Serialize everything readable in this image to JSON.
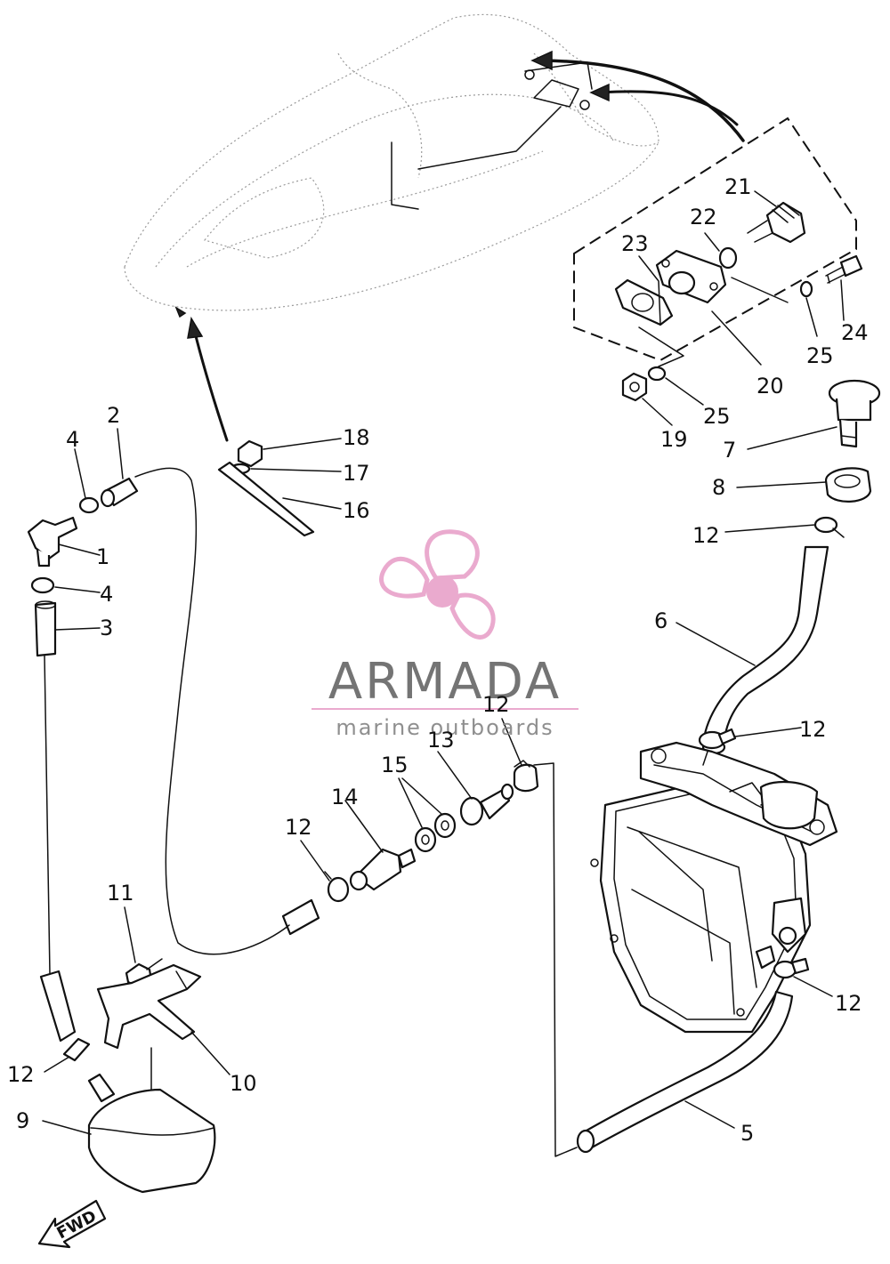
{
  "watermark": {
    "name": "ARMADA",
    "tagline": "marine outboards",
    "accent": "#e9a6cc",
    "text_color": "#6d6d6d"
  },
  "direction_label": "FWD",
  "callouts": [
    "1",
    "2",
    "3",
    "4",
    "4",
    "5",
    "6",
    "7",
    "8",
    "9",
    "10",
    "11",
    "12",
    "12",
    "12",
    "12",
    "12",
    "12",
    "12",
    "13",
    "14",
    "15",
    "16",
    "17",
    "18",
    "19",
    "20",
    "21",
    "22",
    "23",
    "24",
    "25",
    "25"
  ],
  "colors": {
    "line": "#111111",
    "background": "#ffffff"
  }
}
